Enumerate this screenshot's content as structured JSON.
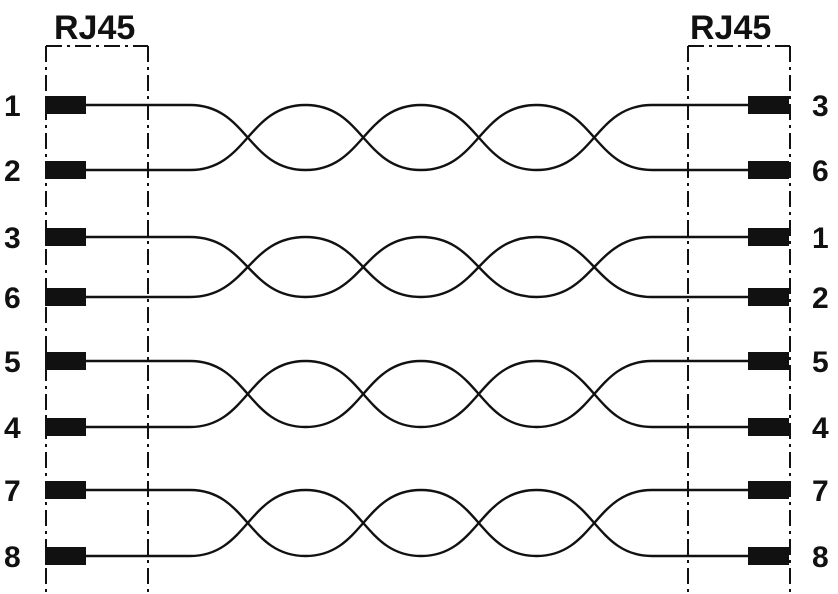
{
  "left_connector": {
    "label": "RJ45",
    "pins": [
      "1",
      "2",
      "3",
      "6",
      "5",
      "4",
      "7",
      "8"
    ]
  },
  "right_connector": {
    "label": "RJ45",
    "pins": [
      "3",
      "6",
      "1",
      "2",
      "5",
      "4",
      "7",
      "8"
    ]
  },
  "pairs": [
    {
      "left": [
        "1",
        "2"
      ],
      "right": [
        "3",
        "6"
      ]
    },
    {
      "left": [
        "3",
        "6"
      ],
      "right": [
        "1",
        "2"
      ]
    },
    {
      "left": [
        "5",
        "4"
      ],
      "right": [
        "5",
        "4"
      ]
    },
    {
      "left": [
        "7",
        "8"
      ],
      "right": [
        "7",
        "8"
      ]
    }
  ],
  "colors": {
    "line": "#111111",
    "background": "#ffffff"
  }
}
